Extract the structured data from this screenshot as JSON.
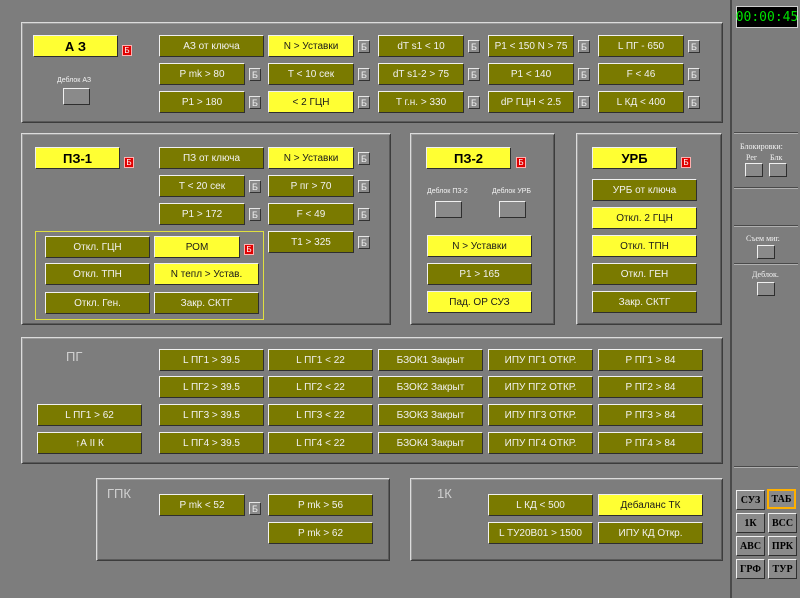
{
  "timer": "00:00:45",
  "az": {
    "title": "А З",
    "flag": "Б",
    "deblock_label": "Деблок АЗ",
    "col1": [
      "АЗ от ключа",
      "P mk > 80",
      "P1 > 180"
    ],
    "col2": [
      "N > Уставки",
      "T < 10 сек",
      "< 2 ГЦН"
    ],
    "col3": [
      "dT s1 < 10",
      "dT s1-2 > 75",
      "T г.н. > 330"
    ],
    "col4": [
      "P1 < 150  N > 75",
      "P1 < 140",
      "dP ГЦН < 2.5"
    ],
    "col5": [
      "L ПГ - 650",
      "F < 46",
      "L КД < 400"
    ],
    "b": "Б"
  },
  "pz1": {
    "title": "ПЗ-1",
    "flag": "Б",
    "col1": [
      "ПЗ от ключа",
      "T < 20 сек",
      "P1 > 172"
    ],
    "col2": [
      "N > Уставки",
      "P пг > 70",
      "F < 49",
      "T1 > 325"
    ],
    "sub": [
      "Откл. ГЦН",
      "Откл. ТПН",
      "Откл. Ген.",
      "РОМ",
      "N тепл > Устав.",
      "Закр. СКТГ"
    ],
    "b": "Б"
  },
  "pz2": {
    "title": "ПЗ-2",
    "flag": "Б",
    "deblock1": "Деблок ПЗ-2",
    "deblock2": "Деблок УРБ",
    "items": [
      "N > Уставки",
      "P1 > 165",
      "Пад. ОР СУЗ"
    ]
  },
  "urb": {
    "title": "УРБ",
    "flag": "Б",
    "items": [
      "УРБ от ключа",
      "Откл. 2 ГЦН",
      "Откл. ТПН",
      "Откл. ГЕН",
      "Закр. СКТГ"
    ]
  },
  "pg": {
    "title": "ПГ",
    "left": [
      "L ПГ1 > 62",
      "↑А   II К"
    ],
    "col1": [
      "L ПГ1 > 39.5",
      "L ПГ2 > 39.5",
      "L ПГ3 > 39.5",
      "L ПГ4 > 39.5"
    ],
    "col2": [
      "L ПГ1 < 22",
      "L ПГ2 < 22",
      "L ПГ3 < 22",
      "L ПГ4 < 22"
    ],
    "col3": [
      "БЗОК1 Закрыт",
      "БЗОК2 Закрыт",
      "БЗОК3 Закрыт",
      "БЗОК4 Закрыт"
    ],
    "col4": [
      "ИПУ ПГ1 ОТКР.",
      "ИПУ ПГ2 ОТКР.",
      "ИПУ ПГ3 ОТКР.",
      "ИПУ ПГ4 ОТКР."
    ],
    "col5": [
      "P ПГ1 > 84",
      "P ПГ2 > 84",
      "P ПГ3 > 84",
      "P ПГ4 > 84"
    ]
  },
  "gpk": {
    "title": "ГПК",
    "items": [
      "P mk < 52",
      "P mk > 56",
      "P mk > 62"
    ],
    "b": "Б"
  },
  "k1": {
    "title": "1К",
    "items": [
      "L КД < 500",
      "Дебаланс ТК",
      "L ТУ20В01 > 1500",
      "ИПУ КД Откр."
    ]
  },
  "right": {
    "block_label": "Блокировки:",
    "reg_label": "Рег",
    "blk_label": "Блк",
    "sem_label": "Съем миг.",
    "deblok_label": "Деблок.",
    "nav": [
      "СУЗ",
      "ТАБ",
      "1К",
      "ВСС",
      "АВС",
      "ПРК",
      "ГРФ",
      "ТУР"
    ]
  }
}
